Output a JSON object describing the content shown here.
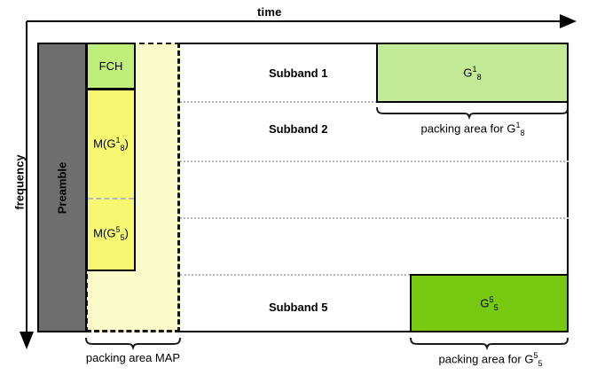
{
  "axes": {
    "time_label": "time",
    "frequency_label": "frequency",
    "time_arrow_icon": "arrow-right-icon",
    "frequency_arrow_icon": "arrow-down-icon"
  },
  "blocks": {
    "preamble": {
      "label": "Preamble",
      "color": "#6e6e6e"
    },
    "fch": {
      "label": "FCH",
      "color": "#c0ee7a"
    },
    "map_area": {
      "color": "#fafbc9"
    },
    "map_entries": [
      {
        "label": "M(G",
        "sup": "1",
        "sub": "8",
        "tail": ")",
        "color": "#f7f871"
      },
      {
        "label": "M(G",
        "sup": "5",
        "sub": "5",
        "tail": ")",
        "color": "#f7f871"
      }
    ],
    "burst_g18": {
      "label": "G",
      "sup": "1",
      "sub": "8",
      "color": "#c3ea96"
    },
    "burst_g55": {
      "label": "G",
      "sup": "5",
      "sub": "5",
      "color": "#76c810"
    }
  },
  "subbands": [
    {
      "label": "Subband 1"
    },
    {
      "label": "Subband 2"
    },
    {
      "label": "Subband 5"
    }
  ],
  "brackets": [
    {
      "caption": "packing area MAP",
      "sup": "",
      "sub": ""
    },
    {
      "caption": "packing area for G",
      "sup": "1",
      "sub": "8"
    },
    {
      "caption": "packing area for G",
      "sup": "5",
      "sub": "5"
    }
  ],
  "colors": {
    "outline": "#000000",
    "divider": "#b5b5b5",
    "dashed_outline": "#151515",
    "background": "#ffffff"
  }
}
